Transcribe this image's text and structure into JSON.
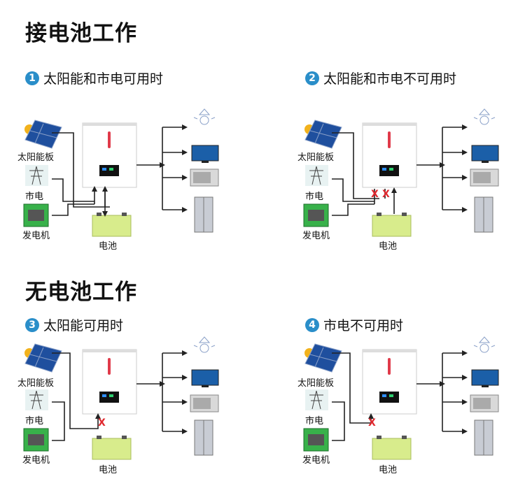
{
  "sections": [
    {
      "title": "接电池工作"
    },
    {
      "title": "无电池工作"
    }
  ],
  "scenarios": [
    {
      "num": "1",
      "title": "太阳能和市电可用时"
    },
    {
      "num": "2",
      "title": "太阳能和市电不可用时"
    },
    {
      "num": "3",
      "title": "太阳能可用时"
    },
    {
      "num": "4",
      "title": "市电不可用时"
    }
  ],
  "labels": {
    "solar": "太阳能板",
    "grid": "市电",
    "generator": "发电机",
    "battery": "电池"
  },
  "cross_mark": "X",
  "colors": {
    "badge": "#2a8ec9",
    "cross": "#e0282e",
    "battery": "#d8ec8c",
    "inverter_led": "#e03a4a"
  },
  "icons": [
    "solar-panel-icon",
    "power-tower-icon",
    "generator-icon",
    "inverter-icon",
    "battery-icon",
    "lightbulb-icon",
    "tv-icon",
    "microwave-icon",
    "refrigerator-icon"
  ]
}
